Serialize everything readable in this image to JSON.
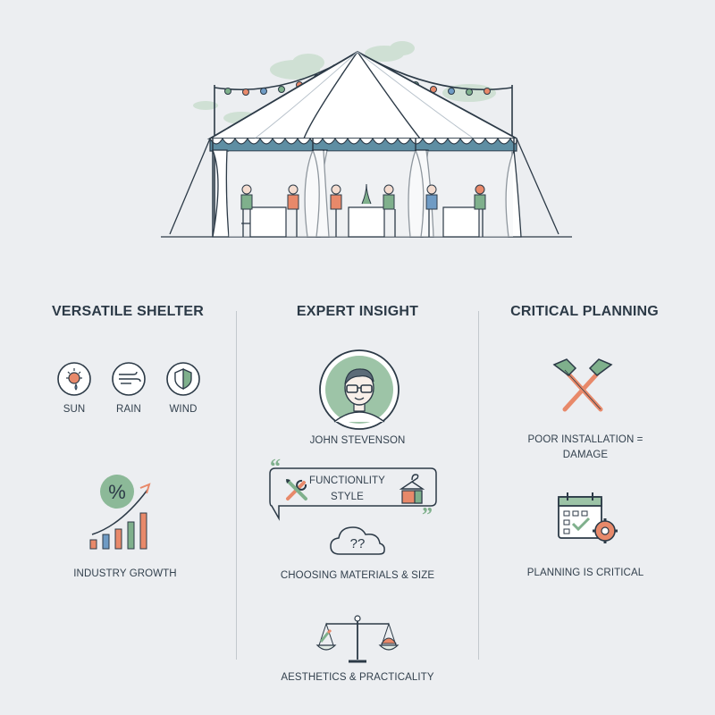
{
  "columns": {
    "left": {
      "title": "VERSATILE SHELTER",
      "weather": [
        "SUN",
        "RAIN",
        "WIND"
      ],
      "growth_label": "INDUSTRY GROWTH"
    },
    "middle": {
      "title": "EXPERT INSIGHT",
      "expert_name": "JOHN STEVENSON",
      "quote_line1": "FUNCTIONLITY",
      "quote_line2": "STYLE",
      "materials_label": "CHOOSING MATERIALS & SIZE",
      "question_text": "??",
      "balance_label": "AESTHETICS & PRACTICALITY"
    },
    "right": {
      "title": "CRITICAL PLANNING",
      "damage_label_line1": "POOR INSTALLATION =",
      "damage_label_line2": "DAMAGE",
      "planning_label": "PLANNING IS CRITICAL"
    }
  },
  "colors": {
    "ink": "#2c3a47",
    "green": "#7fb08c",
    "orange": "#e8896a",
    "blue": "#6f9bc4",
    "teal_scallop": "#5e8ea3"
  },
  "icons": [
    "tent-illustration",
    "sun-icon",
    "rain-icon",
    "wind-icon",
    "growth-chart-icon",
    "expert-avatar-icon",
    "tools-icon",
    "hanger-icon",
    "question-cloud-icon",
    "balance-scale-icon",
    "crossed-hammers-icon",
    "calendar-gear-icon"
  ]
}
